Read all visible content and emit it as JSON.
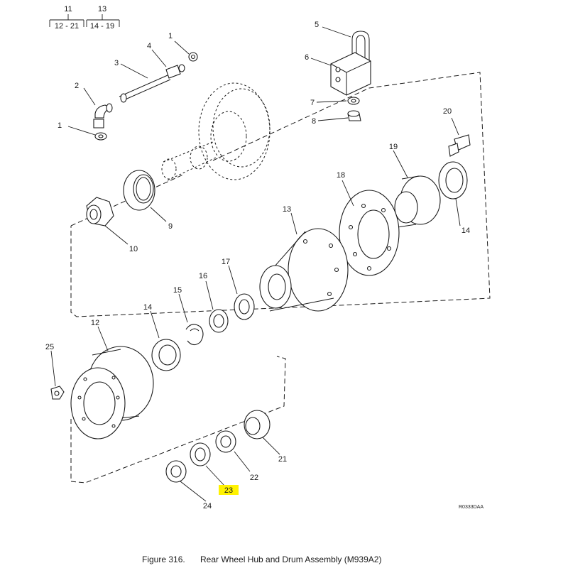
{
  "top_brackets": [
    {
      "number": "11",
      "range": "12 - 21"
    },
    {
      "number": "13",
      "range": "14 - 19"
    }
  ],
  "callouts": {
    "c1a": "1",
    "c1b": "1",
    "c2": "2",
    "c3": "3",
    "c4": "4",
    "c5": "5",
    "c6": "6",
    "c7": "7",
    "c8": "8",
    "c9": "9",
    "c10": "10",
    "c12": "12",
    "c13": "13",
    "c14a": "14",
    "c14b": "14",
    "c15": "15",
    "c16": "16",
    "c17": "17",
    "c18": "18",
    "c19": "19",
    "c20": "20",
    "c21": "21",
    "c22": "22",
    "c23": "23",
    "c24": "24",
    "c25": "25"
  },
  "highlight": {
    "label": "23",
    "color": "#fff200"
  },
  "drawing_code": "R0333DAA",
  "caption": {
    "figure": "Figure  316.",
    "title": "Rear Wheel Hub and Drum Assembly (M939A2)"
  }
}
